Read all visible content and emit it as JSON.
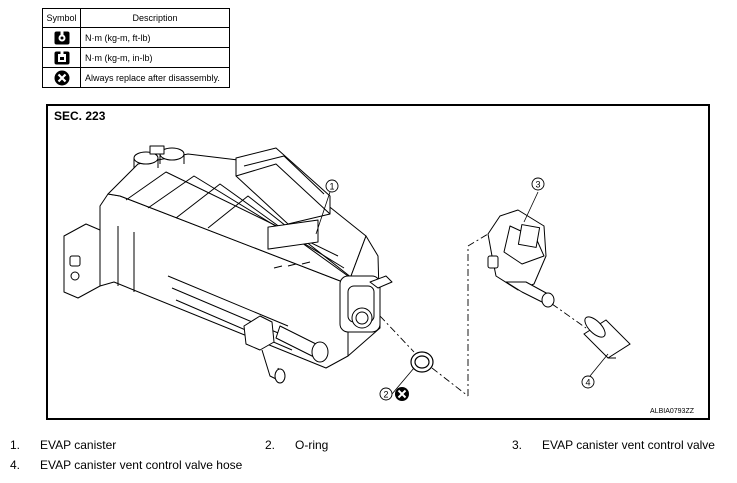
{
  "legend": {
    "header_symbol": "Symbol",
    "header_description": "Description",
    "rows": [
      {
        "icon": "torque-wrench-icon",
        "description": "N·m (kg-m, ft-lb)"
      },
      {
        "icon": "torque-wrench-small-icon",
        "description": "N·m (kg-m, in-lb)"
      },
      {
        "icon": "always-replace-icon",
        "description": "Always replace after disassembly."
      }
    ]
  },
  "diagram": {
    "section": "SEC. 223",
    "code": "ALBIA0793ZZ",
    "callouts": [
      "1",
      "2",
      "3",
      "4"
    ]
  },
  "parts": [
    {
      "num": "1.",
      "label": "EVAP canister"
    },
    {
      "num": "2.",
      "label": "O-ring"
    },
    {
      "num": "3.",
      "label": "EVAP canister vent control valve"
    },
    {
      "num": "4.",
      "label": "EVAP canister vent control valve hose"
    }
  ]
}
